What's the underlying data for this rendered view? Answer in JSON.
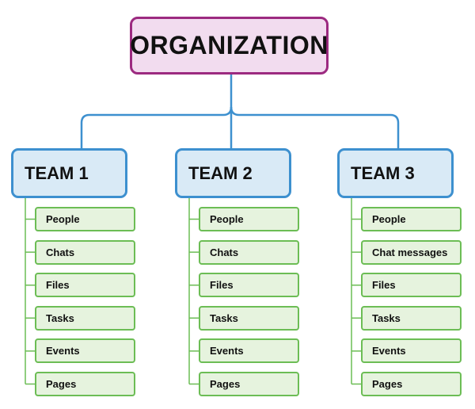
{
  "colors": {
    "org_fill": "#f2dcef",
    "org_border": "#9c2a80",
    "team_fill": "#d9eaf6",
    "team_border": "#3d90cf",
    "item_fill": "#e6f3de",
    "item_border": "#6cbd55",
    "connector_blue": "#3d90cf",
    "connector_green": "#6cbd55"
  },
  "organization": {
    "label": "ORGANIZATION"
  },
  "teams": [
    {
      "label": "TEAM 1",
      "items": [
        "People",
        "Chats",
        "Files",
        "Tasks",
        "Events",
        "Pages"
      ]
    },
    {
      "label": "TEAM 2",
      "items": [
        "People",
        "Chats",
        "Files",
        "Tasks",
        "Events",
        "Pages"
      ]
    },
    {
      "label": "TEAM 3",
      "items": [
        "People",
        "Chat messages",
        "Files",
        "Tasks",
        "Events",
        "Pages"
      ]
    }
  ]
}
